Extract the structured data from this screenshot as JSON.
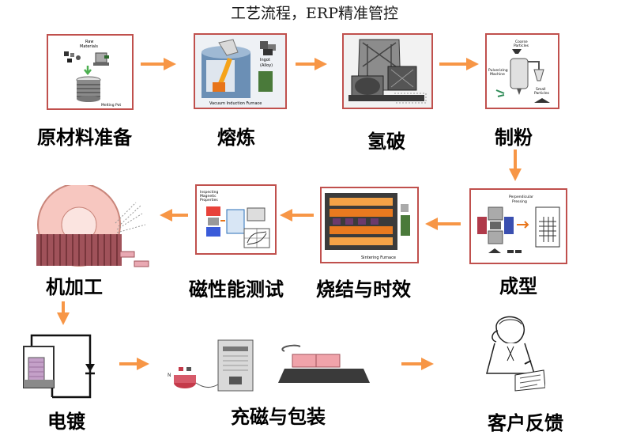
{
  "title": "工艺流程，ERP精准管控",
  "accent_color": "#f79646",
  "frame_color": "#c0504d",
  "steps": [
    {
      "label": "原材料准备",
      "icon": "raw-materials-illustration",
      "captions": [
        "Raw",
        "Materials",
        "Melting Pot"
      ]
    },
    {
      "label": "熔炼",
      "icon": "vacuum-furnace-illustration",
      "captions": [
        "Ingot",
        "(Alloy)",
        "Vacuum Induction Furnace"
      ]
    },
    {
      "label": "氢破",
      "icon": "hydrogen-decrepitation-machine-illustration",
      "captions": []
    },
    {
      "label": "制粉",
      "icon": "jet-mill-illustration",
      "captions": [
        "Coarse",
        "Particles",
        "Pulverizing",
        "Machine",
        "Small",
        "Particles"
      ]
    },
    {
      "label": "成型",
      "icon": "pressing-illustration",
      "captions": [
        "Perpendicular",
        "Pressing"
      ]
    },
    {
      "label": "烧结与时效",
      "icon": "sintering-furnace-illustration",
      "captions": [
        "Sintering Furnace"
      ]
    },
    {
      "label": "磁性能测试",
      "icon": "magnetic-testing-illustration",
      "captions": [
        "Inspecting",
        "Magnetic",
        "Properties"
      ]
    },
    {
      "label": "机加工",
      "icon": "grinding-wheel-illustration",
      "captions": []
    },
    {
      "label": "电镀",
      "icon": "electroplating-circuit-illustration",
      "captions": []
    },
    {
      "label": "充磁与包装",
      "icon": "magnetizer-illustration",
      "captions": []
    },
    {
      "label": "客户反馈",
      "icon": "customer-service-illustration",
      "captions": []
    }
  ]
}
